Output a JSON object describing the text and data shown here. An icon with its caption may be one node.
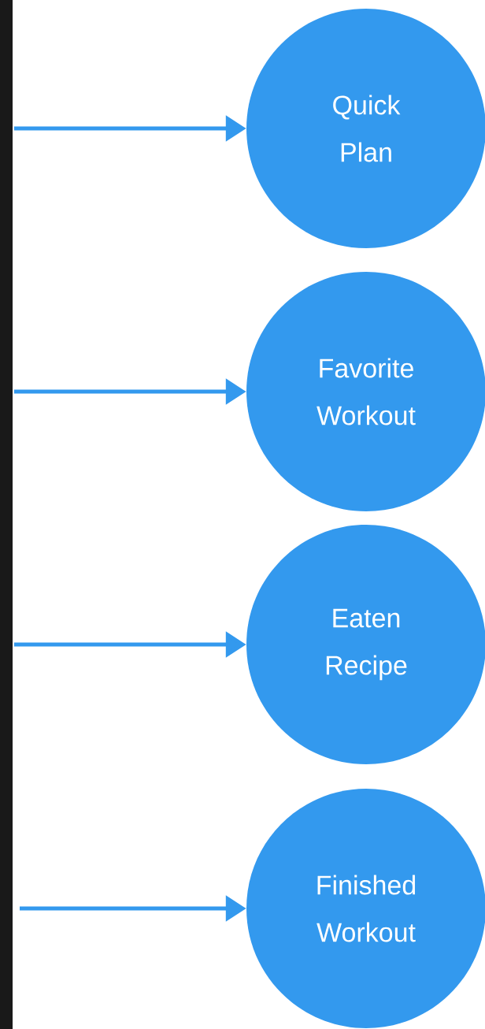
{
  "diagram": {
    "nodes": [
      {
        "text": [
          "Quick Plan"
        ]
      },
      {
        "text": [
          "Favorite Workout"
        ]
      },
      {
        "text": [
          "Eaten Recipe"
        ]
      },
      {
        "text": [
          "Finished Workout"
        ]
      }
    ],
    "edges": [
      {
        "from": null,
        "to": 0,
        "arrow": "to"
      },
      {
        "from": null,
        "to": 1,
        "arrow": "to"
      },
      {
        "from": null,
        "to": 2,
        "arrow": "to"
      },
      {
        "from": null,
        "to": 3,
        "arrow": "to"
      }
    ]
  }
}
